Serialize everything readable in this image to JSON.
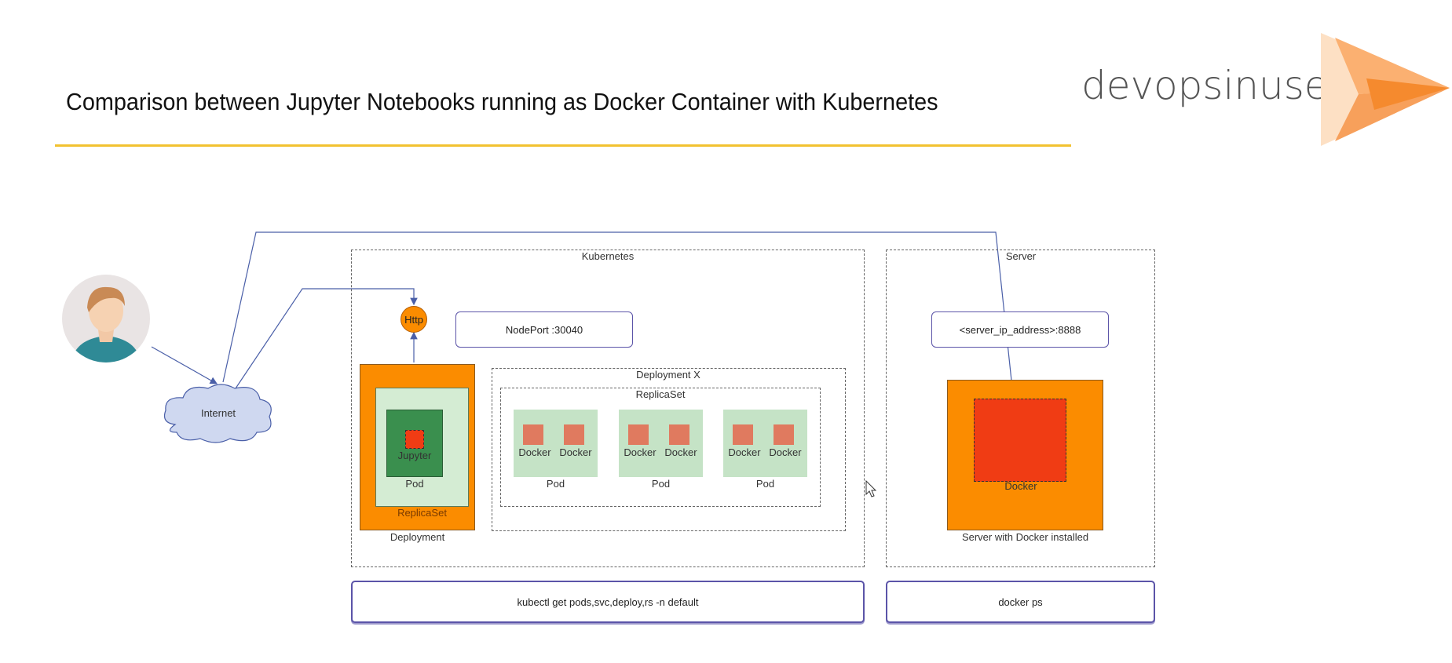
{
  "slide": {
    "title": "Comparison between Jupyter Notebooks running as Docker Container with Kubernetes",
    "brand": "devopsinuse",
    "colors": {
      "accent_rule": "#f2c230",
      "orange": "#fb8c00",
      "red": "#f03c14",
      "dark_green": "#3a8f4e",
      "light_green": "#c5e3c6",
      "pill_border": "#5b54a8"
    }
  },
  "diagram": {
    "user_icon": "user-avatar-icon",
    "internet_label": "Internet",
    "http_label": "Http",
    "kubernetes": {
      "title": "Kubernetes",
      "nodeport_label": "NodePort :30040",
      "deployment_label": "Deployment",
      "replicaset_label": "ReplicaSet",
      "pod_label": "Pod",
      "container_label": "Jupyter",
      "deployment_x": {
        "title": "Deployment X",
        "replicaset_label": "ReplicaSet",
        "pods": [
          {
            "label": "Pod",
            "containers": [
              "Docker",
              "Docker"
            ]
          },
          {
            "label": "Pod",
            "containers": [
              "Docker",
              "Docker"
            ]
          },
          {
            "label": "Pod",
            "containers": [
              "Docker",
              "Docker"
            ]
          }
        ]
      },
      "command": "kubectl get pods,svc,deploy,rs -n default"
    },
    "server": {
      "title": "Server",
      "address_label": "<server_ip_address>:8888",
      "container_label": "Docker",
      "host_label": "Server with Docker installed",
      "command": "docker ps"
    }
  }
}
